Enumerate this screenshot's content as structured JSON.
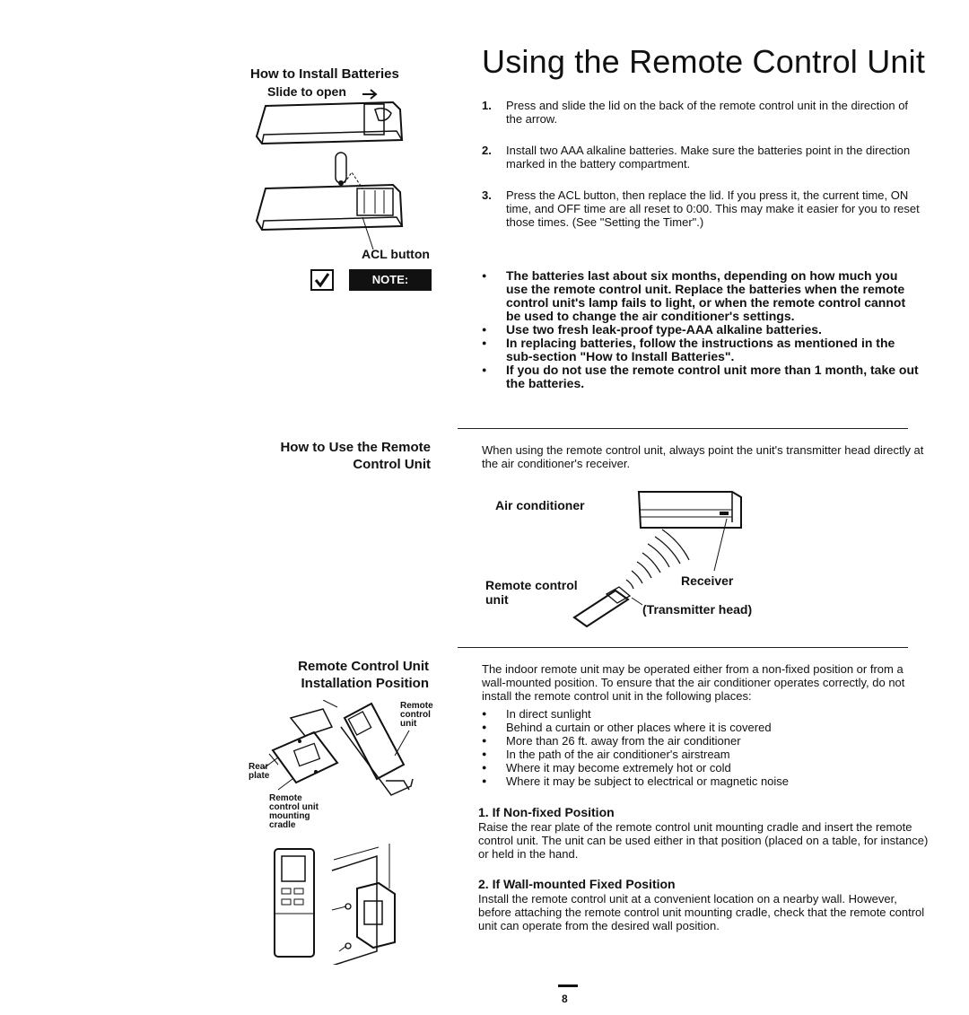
{
  "title": "Using the Remote Control Unit",
  "install_batteries": {
    "heading": "How to Install Batteries",
    "slide_label": "Slide to open",
    "acl_label": "ACL button",
    "steps": [
      {
        "num": "1.",
        "text": "Press and slide the lid on the back of the remote control unit in the direction of the arrow."
      },
      {
        "num": "2.",
        "text": "Install two AAA alkaline batteries. Make sure the batteries point in the direction marked in the battery compartment."
      },
      {
        "num": "3.",
        "text": "Press the ACL button, then replace the lid. If you press it, the current time, ON time, and OFF time are all reset to 0:00. This may make it easier for you to reset those times. (See \"Setting the Timer\".)"
      }
    ]
  },
  "note": {
    "label": "NOTE:",
    "items": [
      "The batteries last about six months, depending on how much you use the remote control unit. Replace the batteries when the remote control unit's lamp fails to light, or when the remote control cannot be used to change the air conditioner's settings.",
      "Use two fresh leak-proof type-AAA alkaline batteries.",
      "In replacing batteries, follow the instructions as mentioned in the sub-section \"How to Install Batteries\".",
      "If you do not use the remote control unit more than 1 month, take out the batteries."
    ]
  },
  "how_to_use": {
    "heading_line1": "How to Use the Remote",
    "heading_line2": "Control Unit",
    "text": "When using the remote control unit, always point the unit's transmitter head directly at the air conditioner's receiver.",
    "labels": {
      "air_conditioner": "Air conditioner",
      "receiver": "Receiver",
      "remote_line1": "Remote control",
      "remote_line2": "unit",
      "transmitter": "(Transmitter head)"
    }
  },
  "installation_position": {
    "heading_line1": "Remote Control Unit",
    "heading_line2": "Installation Position",
    "labels": {
      "remote_line1": "Remote",
      "remote_line2": "control",
      "remote_line3": "unit",
      "rear_line1": "Rear",
      "rear_line2": "plate",
      "cradle_line1": "Remote",
      "cradle_line2": "control unit",
      "cradle_line3": "mounting",
      "cradle_line4": "cradle"
    },
    "intro": "The indoor remote unit may be operated either from a non-fixed position or from a wall-mounted position. To ensure that the air conditioner operates correctly, do not install the remote control unit in the following places:",
    "places": [
      "In direct sunlight",
      "Behind a curtain or other places where it is covered",
      "More than 26 ft. away from the air conditioner",
      "In the path of the air conditioner's airstream",
      "Where it may become extremely hot or cold",
      "Where it may be subject to electrical or magnetic noise"
    ],
    "nonfixed_heading": "1.  If Non-fixed Position",
    "nonfixed_text": "Raise the rear plate of the remote control unit mounting cradle and insert the remote control unit. The unit can be used either in that position (placed on a table, for instance) or held in the hand.",
    "wall_heading": "2.  If Wall-mounted Fixed Position",
    "wall_text": "Install the remote control unit at a convenient location on a nearby wall. However, before attaching the remote control unit mounting cradle, check that the remote control unit can operate from the desired wall position."
  },
  "page_number": "8"
}
